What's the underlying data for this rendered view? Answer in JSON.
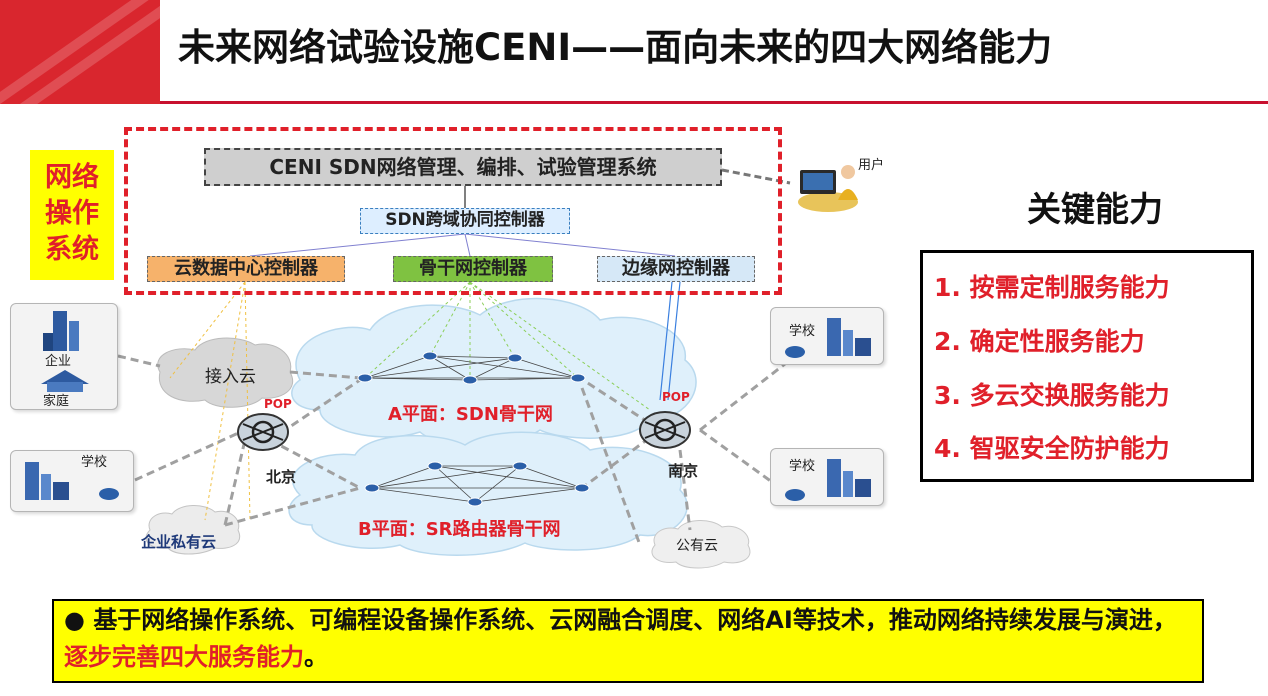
{
  "header": {
    "title": "未来网络试验设施CENI——面向未来的四大网络能力"
  },
  "nos": {
    "label": "网络\n操作\n系统",
    "management_system": "CENI SDN网络管理、编排、试验管理系统",
    "cross_domain_controller": "SDN跨域协同控制器",
    "controllers": {
      "cloud_dc": "云数据中心控制器",
      "backbone": "骨干网控制器",
      "edge": "边缘网控制器"
    }
  },
  "diagram": {
    "user": "用户",
    "enterprise": "企业",
    "home": "家庭",
    "school_left": "学校",
    "school_right_top": "学校",
    "school_right_bottom": "学校",
    "access_cloud": "接入云",
    "pop_beijing": "POP",
    "pop_nanjing": "POP",
    "beijing": "北京",
    "nanjing": "南京",
    "plane_a": "A平面：SDN骨干网",
    "plane_b": "B平面：SR路由器骨干网",
    "private_cloud": "企业私有云",
    "public_cloud": "公有云"
  },
  "capabilities": {
    "title": "关键能力",
    "items": [
      "1.  按需定制服务能力",
      "2.  确定性服务能力",
      "3.  多云交换服务能力",
      "4.  智驱安全防护能力"
    ]
  },
  "bottom": {
    "bullet": "●",
    "text_main": "基于网络操作系统、可编程设备操作系统、云网融合调度、网络AI等技术，推动网络持续发展与演进，",
    "text_highlight": "逐步完善四大服务能力",
    "text_end": "。"
  },
  "colors": {
    "brand_red": "#d9262e",
    "highlight_red": "#e0202a",
    "highlight_yellow": "#ffff00",
    "cloud_dc_orange": "#f6b26b",
    "backbone_green": "#7fc241",
    "edge_blue": "#d6e8f7",
    "cloud_fill": "#dff0fb"
  }
}
